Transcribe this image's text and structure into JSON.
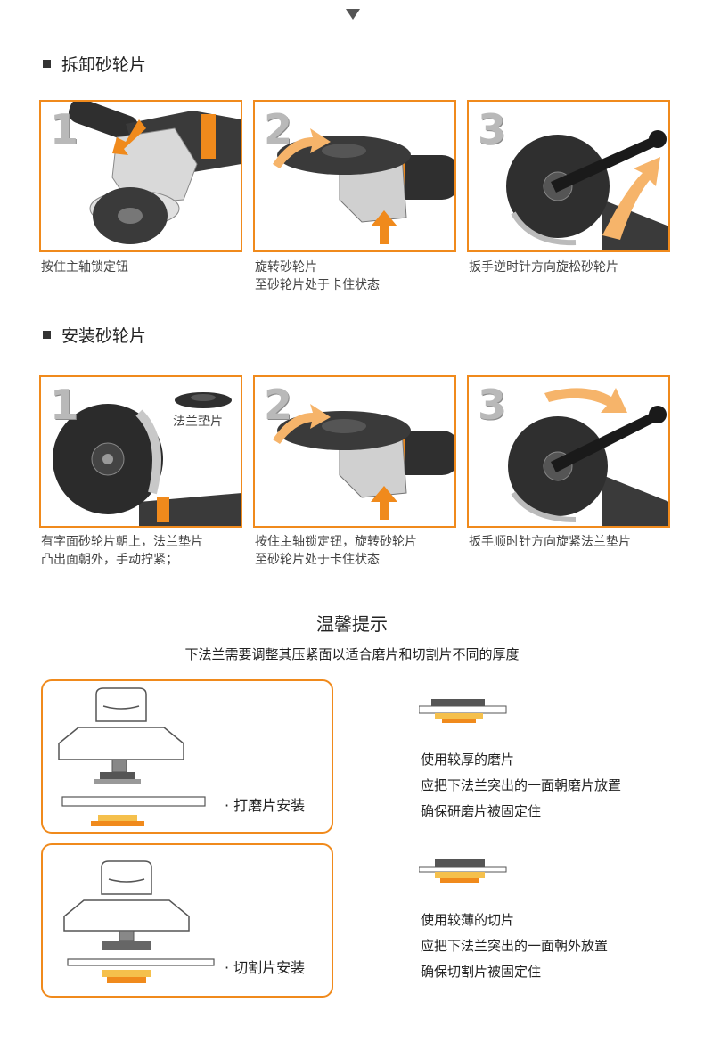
{
  "remove_section": {
    "title": "拆卸砂轮片",
    "steps": [
      {
        "num": "1",
        "caption": "按住主轴锁定钮"
      },
      {
        "num": "2",
        "caption_lines": [
          "旋转砂轮片",
          "至砂轮片处于卡住状态"
        ]
      },
      {
        "num": "3",
        "caption": "扳手逆时针方向旋松砂轮片"
      }
    ]
  },
  "install_section": {
    "title": "安装砂轮片",
    "steps": [
      {
        "num": "1",
        "flange_label": "法兰垫片",
        "caption_lines": [
          "有字面砂轮片朝上，法兰垫片",
          "凸出面朝外，手动拧紧；"
        ]
      },
      {
        "num": "2",
        "caption_lines": [
          "按住主轴锁定钮，旋转砂轮片",
          "至砂轮片处于卡住状态"
        ]
      },
      {
        "num": "3",
        "caption": "扳手顺时针方向旋紧法兰垫片"
      }
    ]
  },
  "tips": {
    "title": "温馨提示",
    "subtitle": "下法兰需要调整其压紧面以适合磨片和切割片不同的厚度",
    "grinding": {
      "label": "· 打磨片安装",
      "lines": [
        "使用较厚的磨片",
        "应把下法兰突出的一面朝磨片放置",
        "确保研磨片被固定住"
      ]
    },
    "cutting": {
      "label": "· 切割片安装",
      "lines": [
        "使用较薄的切片",
        "应把下法兰突出的一面朝外放置",
        "确保切割片被固定住"
      ]
    }
  },
  "colors": {
    "accent": "#f08a1c",
    "text": "#333333",
    "disc": "#2b2b2b"
  }
}
